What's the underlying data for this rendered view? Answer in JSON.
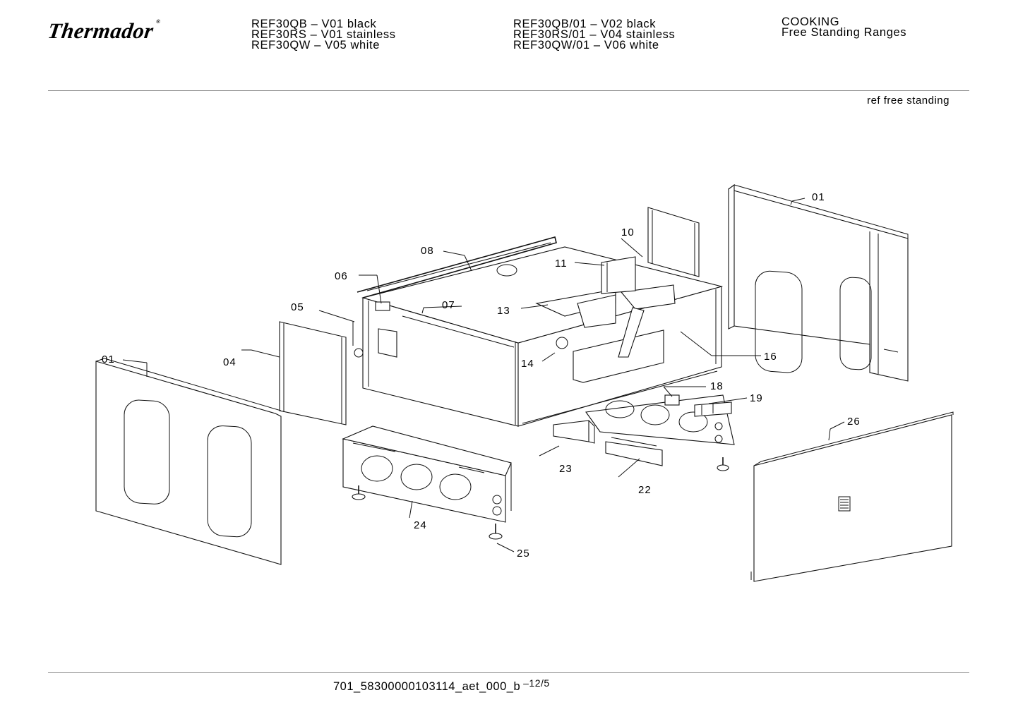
{
  "header": {
    "brand": "Thermador",
    "registered_mark": "®",
    "models_left": [
      "REF30QB – V01 black",
      "REF30RS – V01 stainless",
      "REF30QW – V05 white"
    ],
    "models_right": [
      "REF30QB/01 – V02 black",
      "REF30RS/01 – V04 stainless",
      "REF30QW/01 – V06 white"
    ],
    "category_line1": "COOKING",
    "category_line2": "Free Standing Ranges"
  },
  "section_label": "ref free standing",
  "callouts": {
    "c01_right": "01",
    "c01_left": "01",
    "c04": "04",
    "c05": "05",
    "c06": "06",
    "c07": "07",
    "c08": "08",
    "c10": "10",
    "c11": "11",
    "c13": "13",
    "c14": "14",
    "c16": "16",
    "c18": "18",
    "c19": "19",
    "c22": "22",
    "c23": "23",
    "c24": "24",
    "c25": "25",
    "c26": "26"
  },
  "footer": {
    "doc_id": "701_58300000103114_aet_000_b",
    "page": "–12/5"
  }
}
